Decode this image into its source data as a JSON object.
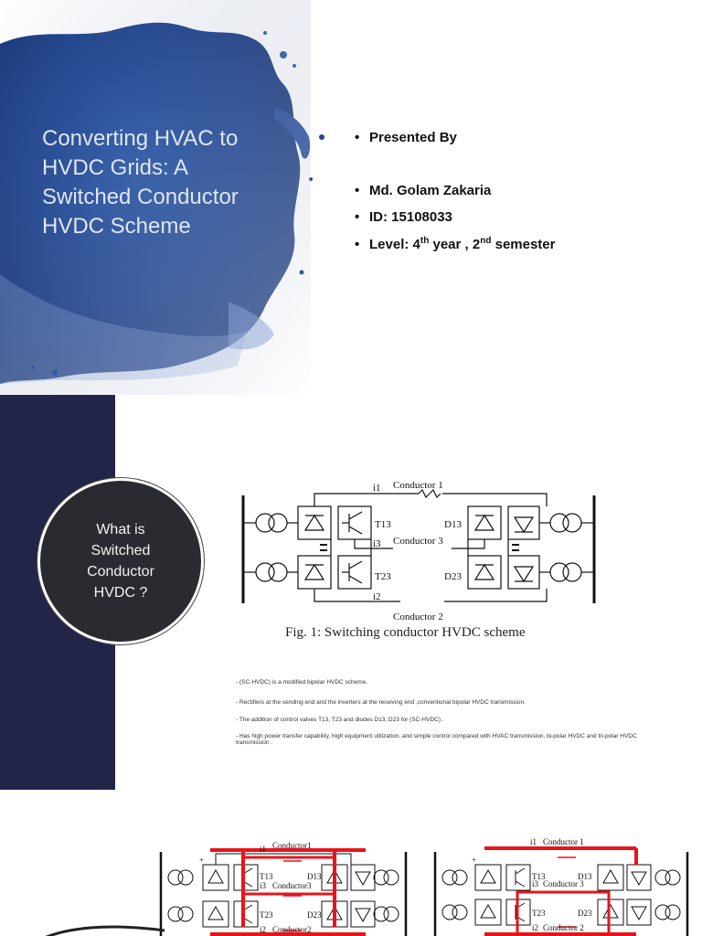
{
  "slide1": {
    "title": "Converting HVAC to HVDC Grids: A Switched Conductor HVDC Scheme",
    "bullets": [
      {
        "bullet": "•",
        "text": "Presented By"
      },
      {
        "bullet": "•",
        "text": "Md. Golam Zakaria"
      },
      {
        "bullet": "•",
        "text": "ID: 15108033"
      }
    ],
    "level": {
      "bullet": "•",
      "prefix": "Level: 4",
      "sup1": "th",
      "mid": " year , 2",
      "sup2": "nd",
      "suffix": " semester"
    },
    "colors": {
      "splash_dark": "#1f3f82",
      "splash_mid": "#2e5aa8",
      "splash_light": "#6f8fcf",
      "title_text": "#dfe6f3"
    }
  },
  "slide2": {
    "circle_text": "What is Switched Conductor HVDC ?",
    "figure": {
      "conductor1": "Conductor 1",
      "conductor2": "Conductor 2",
      "conductor3": "Conductor 3",
      "i1": "i1",
      "i2": "i2",
      "i3": "i3",
      "t13": "T13",
      "t23": "T23",
      "d13": "D13",
      "d23": "D23"
    },
    "caption": "Fig. 1: Switching conductor HVDC scheme",
    "bullets": [
      "-  (SC-HVDC) is  a modified bipolar HVDC scheme.",
      "-    Rectifiers at the sending end and the inverters at the receiving end ,conventional bipolar HVDC transmission.",
      "-    The addition of control valves T13, T23 and diodes D13, D23 for (SC-HVDC) .",
      "-    Has high power transfer capability, high equipment utilization, and simple control compared with HVAC transmission, bi-polar HVDC and tri-polar HVDC transmission ."
    ],
    "colors": {
      "sidebar": "#232548",
      "circle": "#2a2b30"
    }
  },
  "slide3": {
    "left": {
      "conductor1": "Conductor1",
      "conductor2": "Conductor2",
      "conductor3": "Conductor3",
      "i1": "i1",
      "i2": "i2",
      "i3": "i3",
      "t13": "T13",
      "t23": "T23",
      "d13": "D13",
      "d23": "D23",
      "plus": "+"
    },
    "right": {
      "conductor1": "Conductor 1",
      "conductor2": "Conductor 2",
      "conductor3": "Conductor 3",
      "i1": "i1",
      "i2": "i2",
      "i3": "i3",
      "t13": "T13",
      "t23": "T23",
      "d13": "D13",
      "d23": "D23",
      "plus": "+"
    },
    "colors": {
      "highlight": "#e8141c"
    }
  }
}
